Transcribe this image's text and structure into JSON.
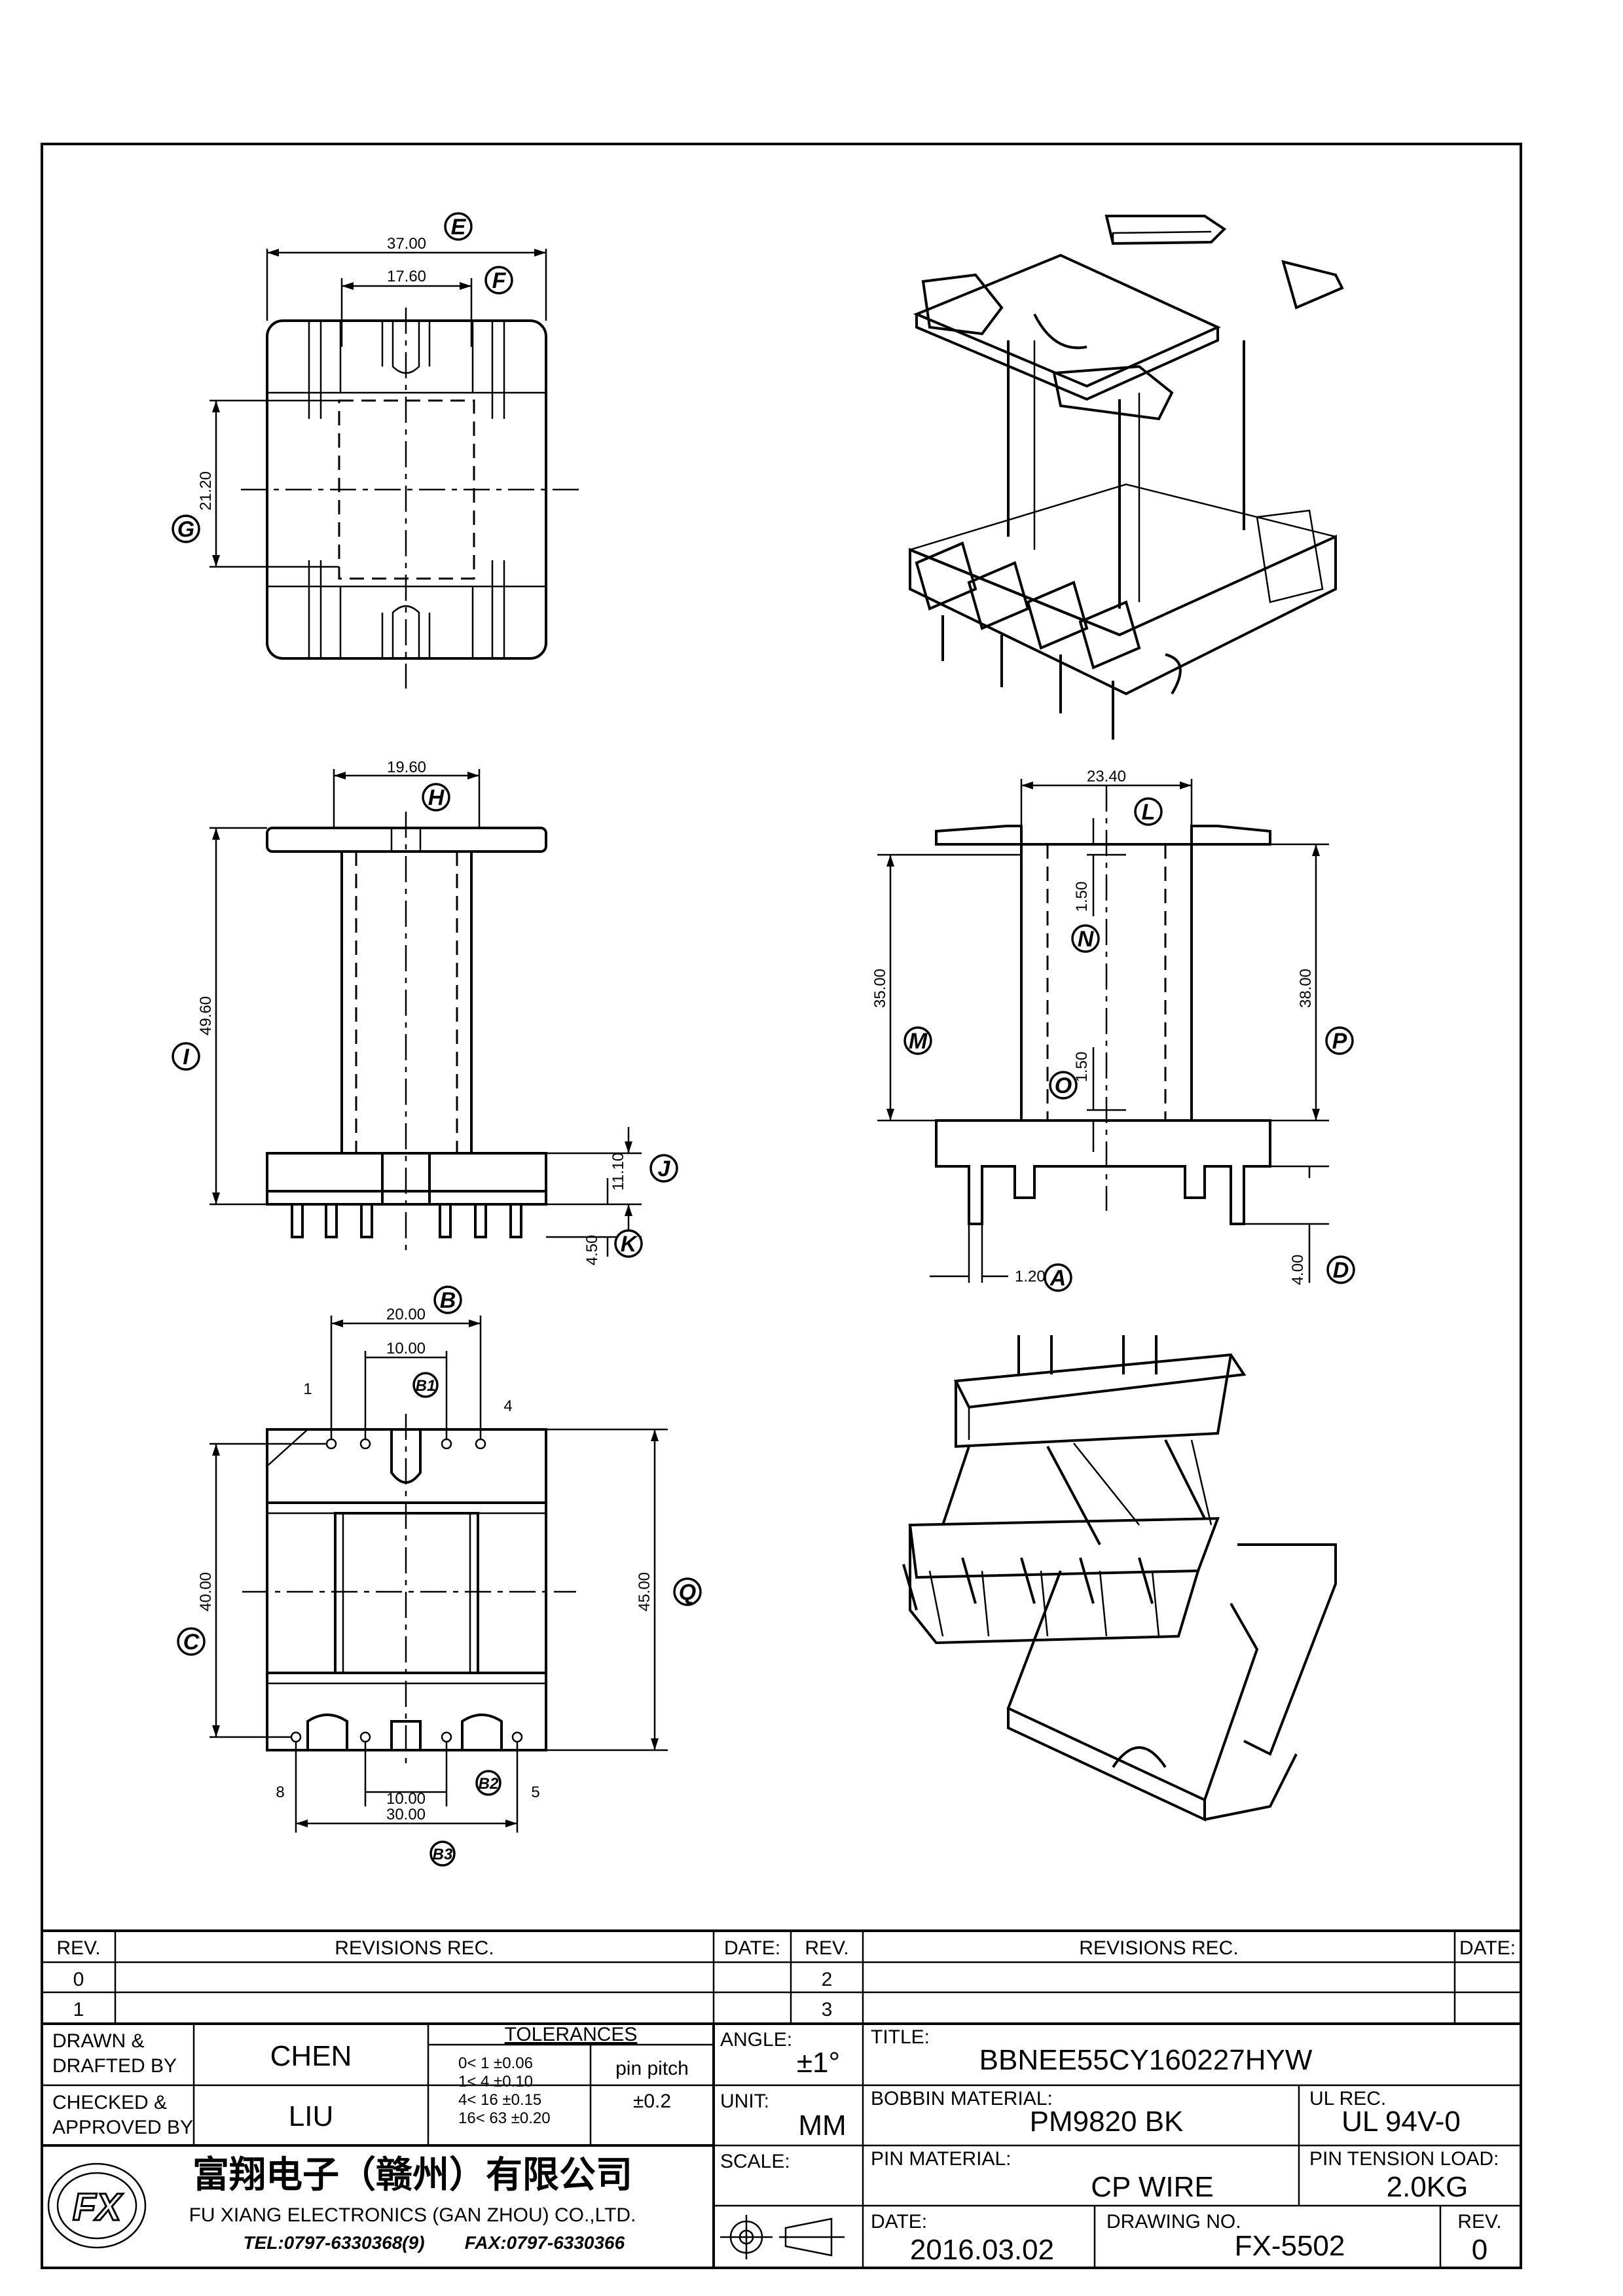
{
  "dims": {
    "E": "37.00",
    "F": "17.60",
    "G": "21.20",
    "H": "19.60",
    "I": "49.60",
    "J": "11.10",
    "K": "4.50",
    "L": "23.40",
    "M": "35.00",
    "N": "1.50",
    "O": "1.50",
    "P": "38.00",
    "A": "1.20",
    "D": "4.00",
    "B": "20.00",
    "B1": "10.00",
    "C": "40.00",
    "Q": "45.00",
    "B2": "10.00",
    "B3": "30.00"
  },
  "labels": {
    "E": "E",
    "F": "F",
    "G": "G",
    "H": "H",
    "I": "I",
    "J": "J",
    "K": "K",
    "L": "L",
    "M": "M",
    "N": "N",
    "O": "O",
    "P": "P",
    "A": "A",
    "D": "D",
    "B": "B",
    "B1": "B1",
    "C": "C",
    "Q": "Q",
    "B2": "B2",
    "B3": "B3"
  },
  "pins": {
    "p1": "1",
    "p4": "4",
    "p8": "8",
    "p5": "5"
  },
  "revisions": {
    "rev_header": "REV.",
    "rec_header": "REVISIONS   REC.",
    "date_header": "DATE:",
    "rows_left": [
      "0",
      "1"
    ],
    "rows_right": [
      "2",
      "3"
    ]
  },
  "titleblock": {
    "drawn_label_1": "DRAWN  &",
    "drawn_label_2": "DRAFTED BY",
    "drawn_value": "CHEN",
    "checked_label_1": "CHECKED &",
    "checked_label_2": "APPROVED BY",
    "checked_value": "LIU",
    "tolerances_label": "TOLERANCES",
    "tol_1": "0<   1   ±0.06",
    "tol_2": "1<   4   ±0.10",
    "tol_3": "4<  16  ±0.15",
    "tol_4": "16<  63  ±0.20",
    "pin_pitch_label": "pin  pitch",
    "pin_pitch_value": "±0.2",
    "angle_label": "ANGLE:",
    "angle_value": "±1°",
    "unit_label": "UNIT:",
    "unit_value": "MM",
    "scale_label": "SCALE:",
    "title_label": "TITLE:",
    "title_value": "BBNEE55CY160227HYW",
    "bobbin_label": "BOBBIN MATERIAL:",
    "bobbin_value": "PM9820  BK",
    "ul_label": "UL REC.",
    "ul_value": "UL  94V-0",
    "pin_material_label": "PIN MATERIAL:",
    "pin_material_value": "CP  WIRE",
    "pin_tension_label": "PIN TENSION LOAD:",
    "pin_tension_value": "2.0KG",
    "date_label": "DATE:",
    "date_value": "2016.03.02",
    "drawing_no_label": "DRAWING  NO.",
    "drawing_no_value": "FX-5502",
    "rev_label": "REV.",
    "rev_value": "0",
    "company_cn": "富翔电子（赣州）有限公司",
    "company_en": "FU XIANG ELECTRONICS (GAN ZHOU) CO.,LTD.",
    "tel": "TEL:0797-6330368(9)",
    "fax": "FAX:0797-6330366",
    "logo_text": "FX"
  }
}
